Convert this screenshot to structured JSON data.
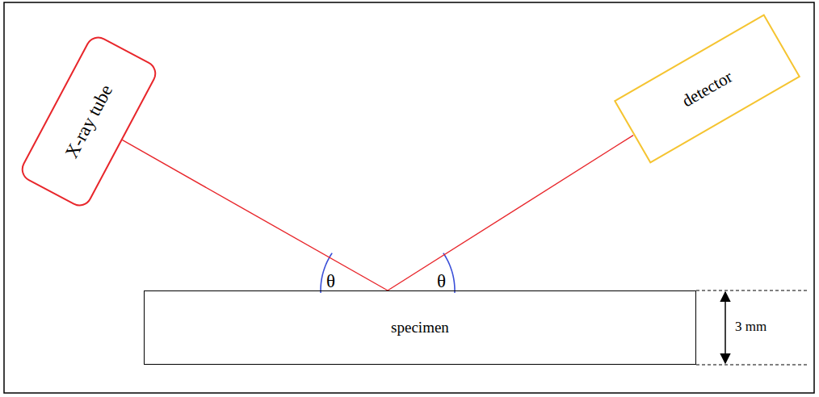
{
  "diagram": {
    "nodes": [
      {
        "text": [
          "X-ray tube"
        ]
      },
      {
        "text": [
          "detector"
        ]
      },
      {
        "text": [
          "specimen"
        ]
      }
    ],
    "edges": [
      {
        "from": 0,
        "to": 2,
        "arrow": "none"
      },
      {
        "from": 2,
        "to": 1,
        "arrow": "none"
      }
    ],
    "labels": [
      "θ",
      "θ",
      "3 mm"
    ]
  }
}
